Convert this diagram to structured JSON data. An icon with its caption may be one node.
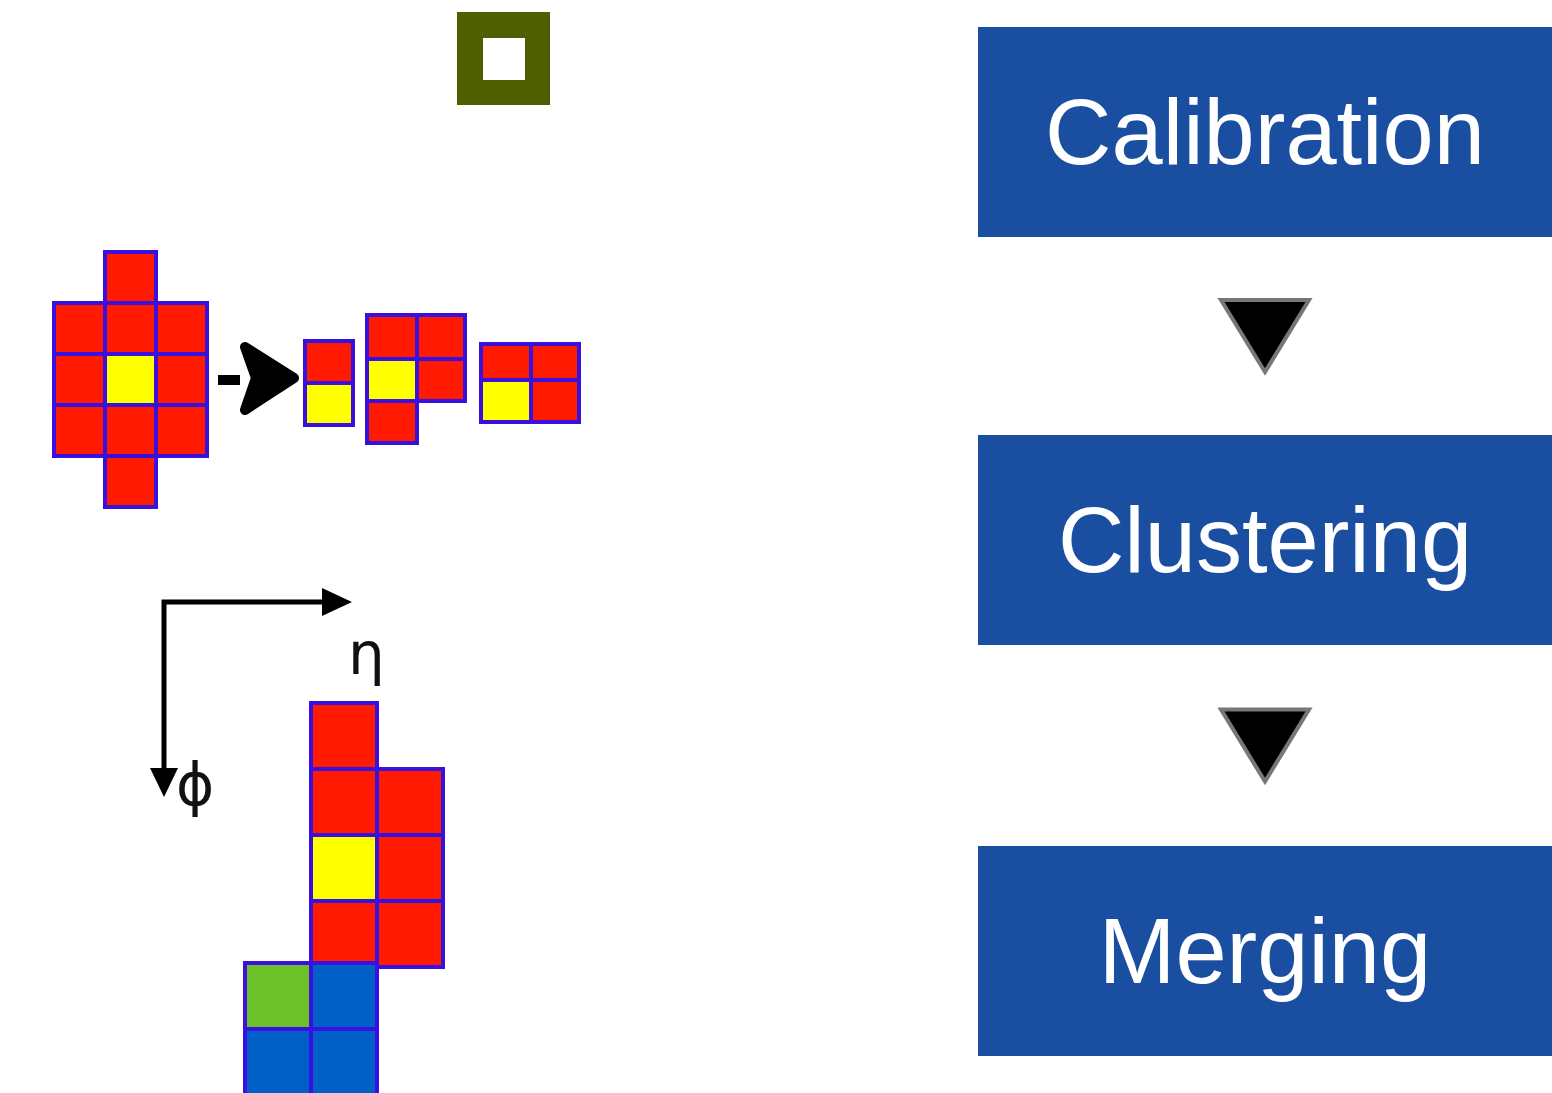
{
  "diagram": {
    "nodes": [
      {
        "text": [
          "Calibration"
        ]
      },
      {
        "text": [
          "Clustering"
        ]
      },
      {
        "text": [
          "Merging"
        ]
      }
    ],
    "edges": [
      {
        "from": 0,
        "to": 1,
        "arrow": "to"
      },
      {
        "from": 1,
        "to": 2,
        "arrow": "to"
      }
    ],
    "labels": [
      "η",
      "ϕ"
    ]
  }
}
